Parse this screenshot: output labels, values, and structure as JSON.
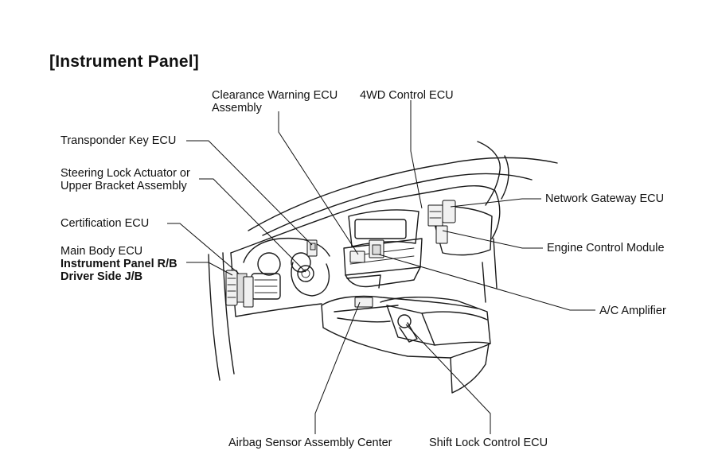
{
  "title": "[Instrument Panel]",
  "labels": {
    "clearance_warning_line1": "Clearance Warning ECU",
    "clearance_warning_line2": "Assembly",
    "fourwd": "4WD Control ECU",
    "transponder": "Transponder Key ECU",
    "steering_line1": "Steering Lock Actuator or",
    "steering_line2": "Upper Bracket Assembly",
    "certification": "Certification ECU",
    "main_body": "Main Body ECU",
    "instrument_rb": "Instrument Panel R/B",
    "driver_jb": "Driver Side J/B",
    "network_gateway": "Network Gateway ECU",
    "engine_control": "Engine Control Module",
    "ac_amplifier": "A/C Amplifier",
    "airbag": "Airbag Sensor Assembly Center",
    "shift_lock": "Shift Lock Control ECU"
  }
}
